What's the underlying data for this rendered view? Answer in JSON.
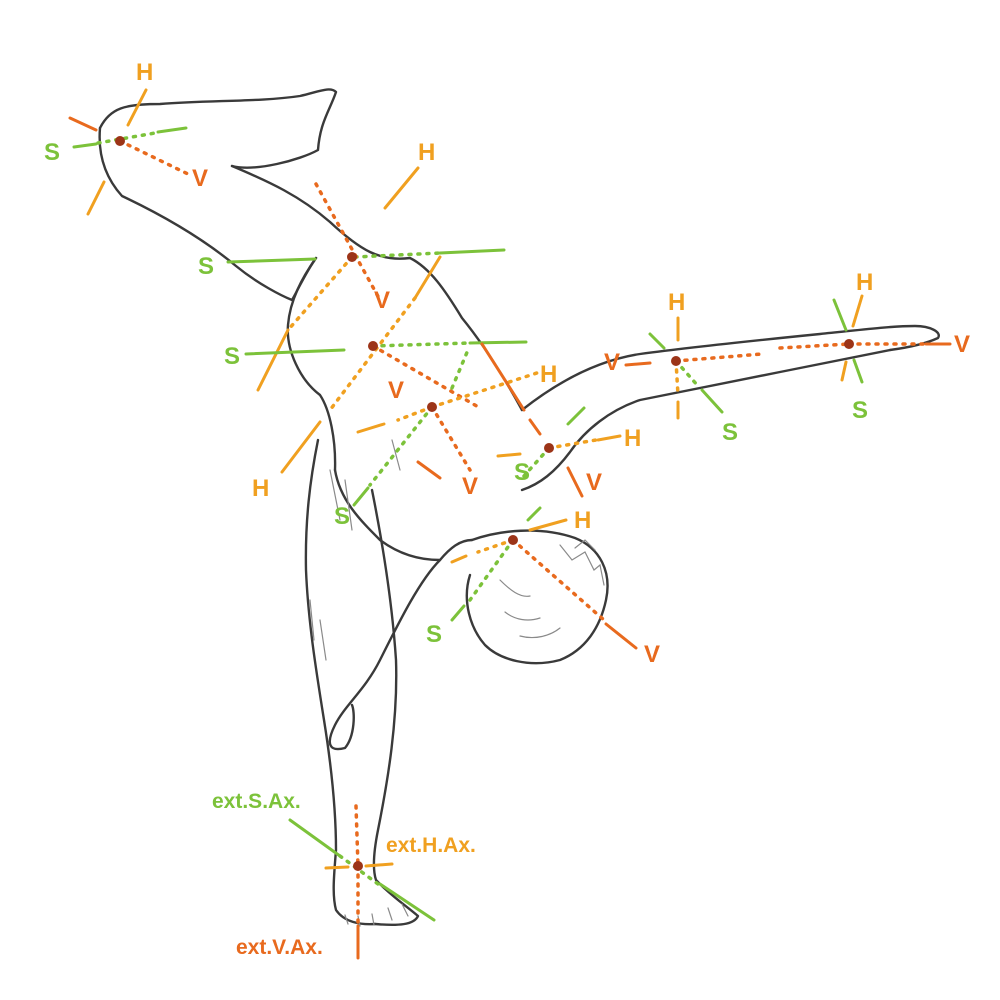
{
  "colors": {
    "sagittal": "#7cc23a",
    "horizontal": "#f0a020",
    "vertical": "#e86a1e",
    "joint": "#9c3418",
    "sketch": "#3a3a3a"
  },
  "axis_letters": {
    "s": "S",
    "h": "H",
    "v": "V"
  },
  "external_labels": {
    "sagittal": "ext.S.Ax.",
    "horizontal": "ext.H.Ax.",
    "vertical": "ext.V.Ax."
  },
  "joints": [
    "foot-raised",
    "hip-upper",
    "spine-upper",
    "chest-center",
    "shoulder-right",
    "neck",
    "elbow",
    "wrist",
    "ankle-base"
  ]
}
